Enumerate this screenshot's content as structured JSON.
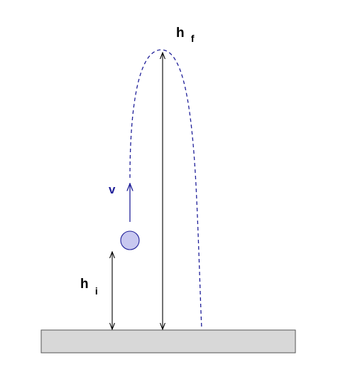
{
  "labels": {
    "final_height": {
      "main": "h",
      "sub": "f"
    },
    "initial_height": {
      "main": "h",
      "sub": "i"
    },
    "velocity": "v"
  },
  "colors": {
    "trajectory": "#1f1f99",
    "velocity": "#1f1f99",
    "ball_fill": "#c8c8f0",
    "ball_stroke": "#1f1f99",
    "ground_fill": "#d8d8d8",
    "ground_stroke": "#555555",
    "dimension_lines": "#000000"
  }
}
